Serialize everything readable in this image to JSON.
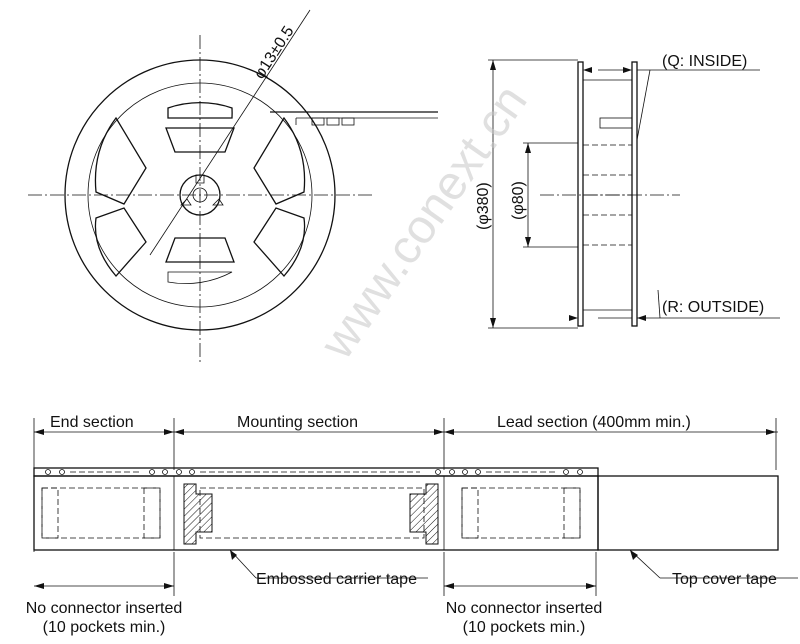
{
  "reel": {
    "hub_diameter_label": "φ13±0.5",
    "reel_diameter_label": "(φ380)",
    "core_diameter_label": "(φ80)",
    "inside_label": "(Q: INSIDE)",
    "outside_label": "(R: OUTSIDE)"
  },
  "tape": {
    "end_section": "End section",
    "mounting_section": "Mounting section",
    "lead_section": "Lead section (400mm min.)",
    "embossed_carrier_tape": "Embossed carrier tape",
    "top_cover_tape": "Top cover tape",
    "no_connector_left_line1": "No connector inserted",
    "no_connector_left_line2": "(10 pockets min.)",
    "no_connector_right_line1": "No connector inserted",
    "no_connector_right_line2": "(10 pockets min.)"
  },
  "watermark": {
    "text": "www.conext.cn"
  }
}
